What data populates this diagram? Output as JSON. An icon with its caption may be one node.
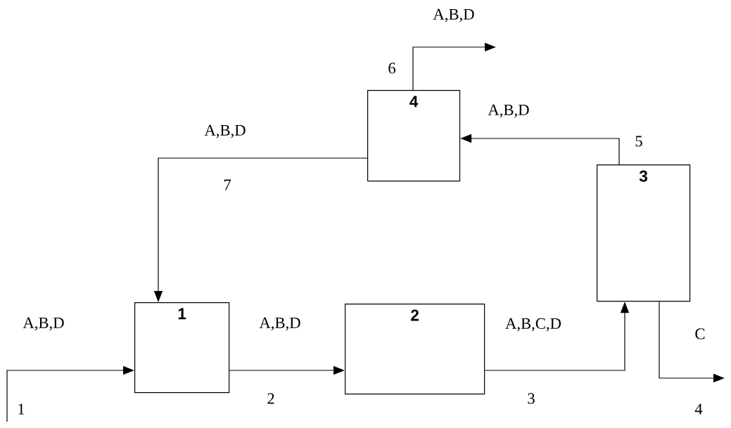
{
  "diagram": {
    "nodes": [
      {
        "text": [
          "1"
        ]
      },
      {
        "text": [
          "2"
        ]
      },
      {
        "text": [
          "3"
        ]
      },
      {
        "text": [
          "4"
        ]
      }
    ],
    "edges": [
      {
        "from": null,
        "to": 0,
        "arrow": "to",
        "label": "A,B,D"
      },
      {
        "from": 0,
        "to": 1,
        "arrow": "to",
        "label": "A,B,D"
      },
      {
        "from": 1,
        "to": 2,
        "arrow": "to",
        "label": "A,B,C,D"
      },
      {
        "from": 2,
        "to": 3,
        "arrow": "to",
        "label": "A,B,D"
      },
      {
        "from": 3,
        "to": null,
        "arrow": "to",
        "label": "A,B,D"
      },
      {
        "from": 2,
        "to": null,
        "arrow": "to",
        "label": "C"
      },
      {
        "from": 3,
        "to": 0,
        "arrow": "to",
        "label": "A,B,D"
      }
    ],
    "labels": [
      "6",
      "5",
      "7",
      "1",
      "2",
      "3",
      "4"
    ]
  }
}
